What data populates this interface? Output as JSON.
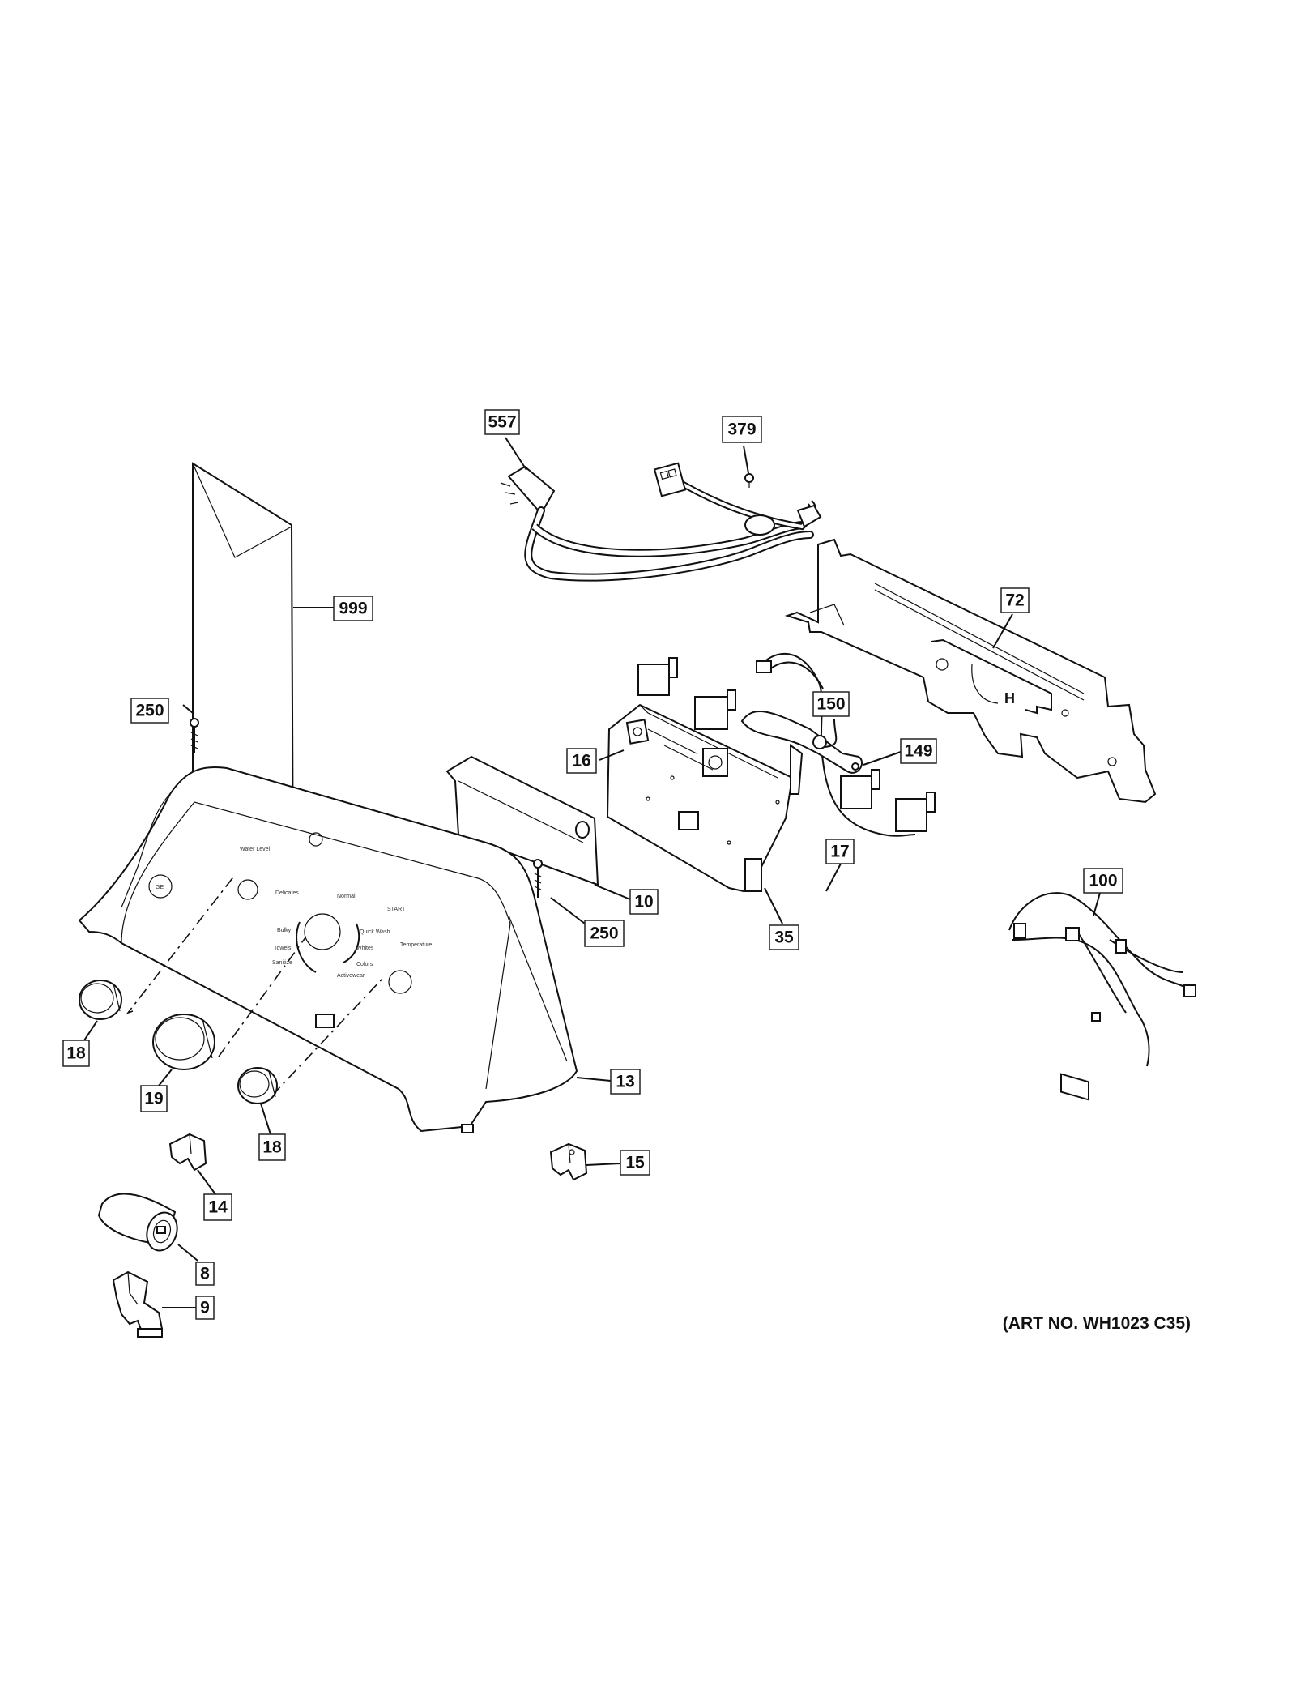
{
  "diagram": {
    "art_number": "(ART NO. WH1023 C35)",
    "labels": [
      {
        "id": "557",
        "text": "557"
      },
      {
        "id": "379",
        "text": "379"
      },
      {
        "id": "999",
        "text": "999"
      },
      {
        "id": "72",
        "text": "72"
      },
      {
        "id": "250a",
        "text": "250"
      },
      {
        "id": "150",
        "text": "150"
      },
      {
        "id": "16",
        "text": "16"
      },
      {
        "id": "149",
        "text": "149"
      },
      {
        "id": "17",
        "text": "17"
      },
      {
        "id": "10",
        "text": "10"
      },
      {
        "id": "35",
        "text": "35"
      },
      {
        "id": "100",
        "text": "100"
      },
      {
        "id": "250b",
        "text": "250"
      },
      {
        "id": "18a",
        "text": "18"
      },
      {
        "id": "19",
        "text": "19"
      },
      {
        "id": "13",
        "text": "13"
      },
      {
        "id": "18b",
        "text": "18"
      },
      {
        "id": "14",
        "text": "14"
      },
      {
        "id": "15",
        "text": "15"
      },
      {
        "id": "8",
        "text": "8"
      },
      {
        "id": "9",
        "text": "9"
      }
    ]
  }
}
